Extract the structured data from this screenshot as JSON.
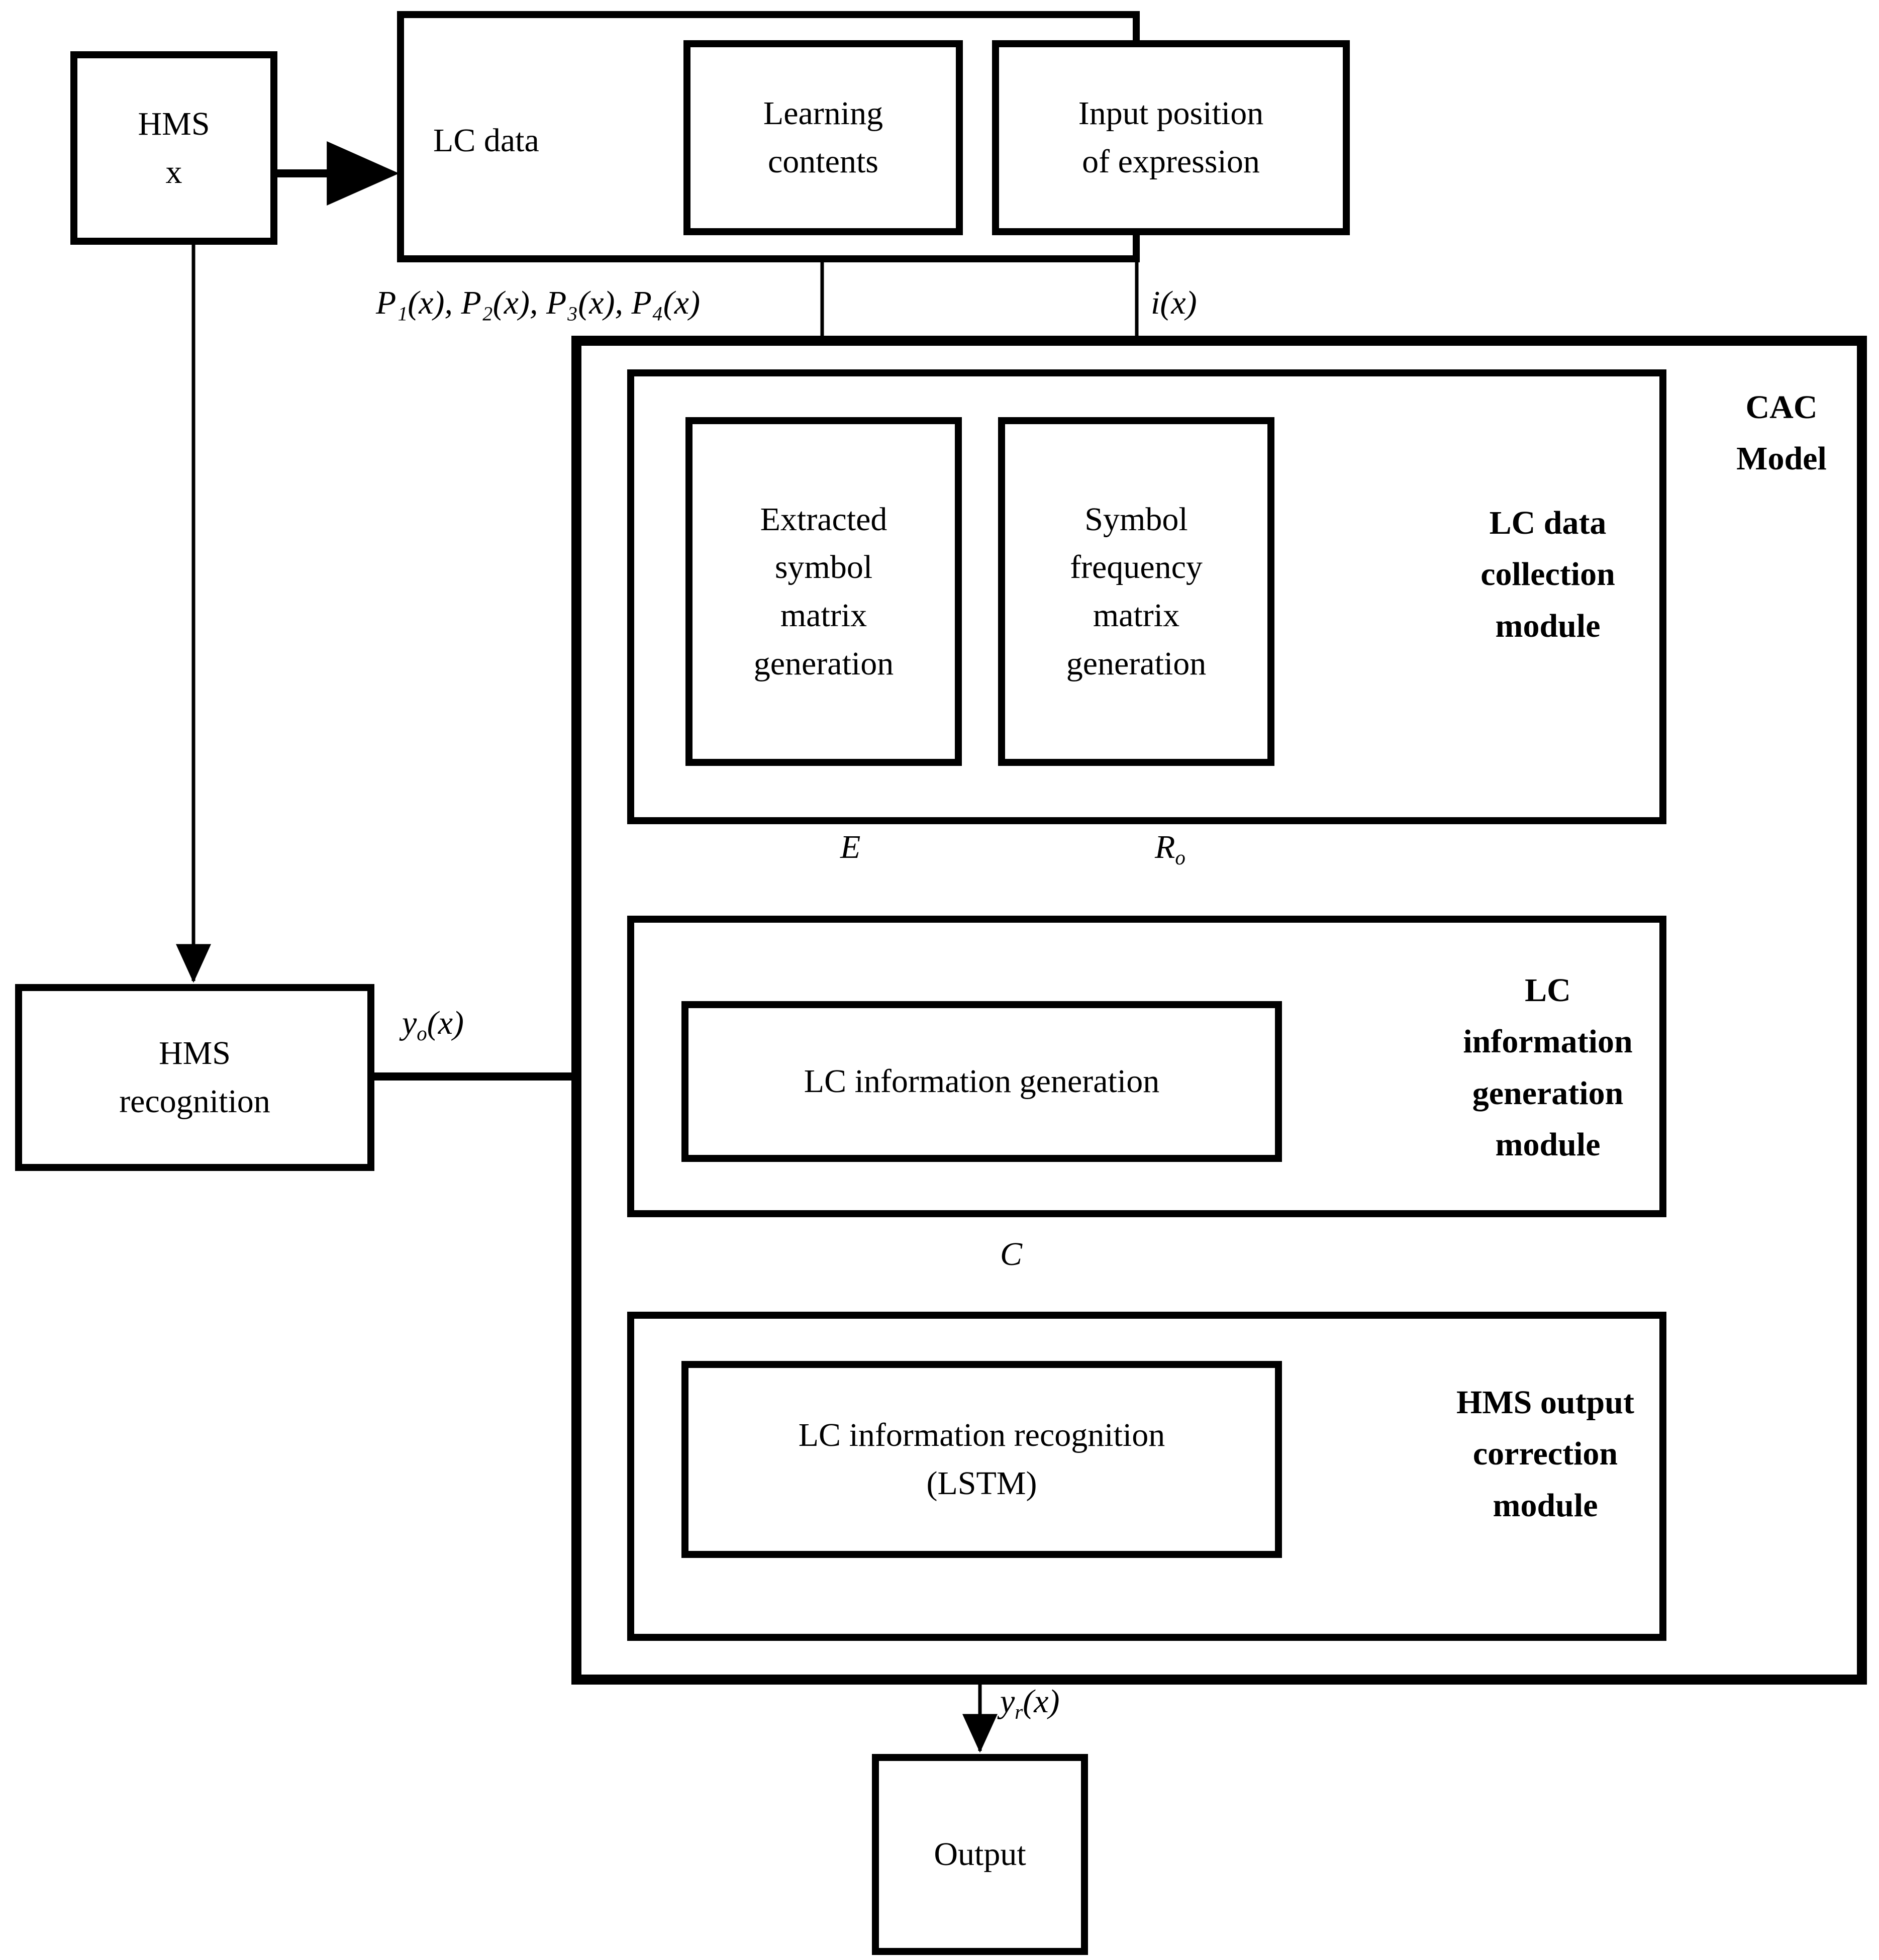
{
  "diagram": {
    "title_of_model_block": "CAC\nModel",
    "nodes": {
      "hms_input": "HMS\nx",
      "lc_data": "LC data",
      "learning_contents": "Learning\ncontents",
      "input_position": "Input position\nof expression",
      "extracted_symbol_matrix": "Extracted\nsymbol\nmatrix\ngeneration",
      "symbol_frequency_matrix": "Symbol\nfrequency\nmatrix\ngeneration",
      "hms_recognition": "HMS\nrecognition",
      "lc_information_generation": "LC information generation",
      "lc_information_recognition": "LC information recognition\n(LSTM)",
      "output": "Output"
    },
    "modules": {
      "lc_data_collection": "LC data\ncollection\nmodule",
      "lc_information_generation": "LC information\ngeneration\nmodule",
      "hms_output_correction": "HMS output\ncorrection\nmodule"
    },
    "edge_labels": {
      "p_functions_prefix": "P",
      "p_functions": "P₁(x), P₂(x), P₃(x), P₄(x)",
      "input_index": "i(x)",
      "extracted_matrix_out": "E",
      "frequency_matrix_out": "R",
      "frequency_matrix_out_sub": "o",
      "hms_recognition_out": "y",
      "hms_recognition_out_sub": "o",
      "hms_recognition_out_suffix": "(x)",
      "lc_info_gen_out": "C",
      "final_output": "y",
      "final_output_sub": "r",
      "final_output_suffix": "(x)"
    },
    "colors": {
      "stroke": "#000000",
      "background": "#ffffff"
    }
  }
}
